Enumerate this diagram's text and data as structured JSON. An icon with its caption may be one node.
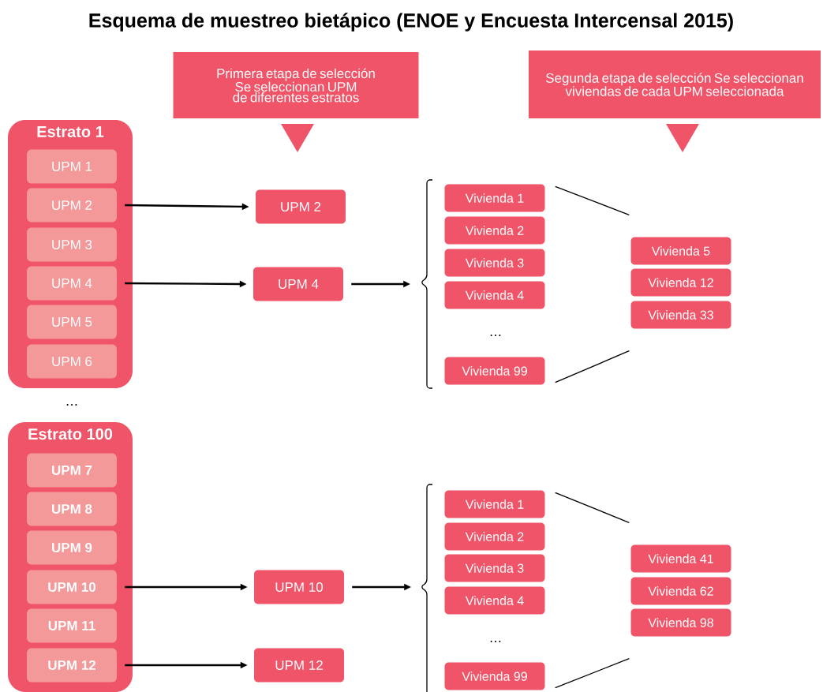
{
  "diagram": {
    "title": "Esquema de muestreo bietápico (ENOE y Encuesta Intercensal 2015)",
    "nodes": [
      {
        "text": [
          "Primera etapa de selección Se seleccionan UPM de diferentes estratos"
        ]
      },
      {
        "text": [
          "Segunda etapa de selección Se seleccionan viviendas de cada UPM seleccionada"
        ]
      },
      {
        "text": [
          "Estrato 1"
        ]
      },
      {
        "text": [
          "UPM 1"
        ],
        "in": 2
      },
      {
        "text": [
          "UPM 2"
        ],
        "in": 2
      },
      {
        "text": [
          "UPM 3"
        ],
        "in": 2
      },
      {
        "text": [
          "UPM 4"
        ],
        "in": 2
      },
      {
        "text": [
          "UPM 5"
        ],
        "in": 2
      },
      {
        "text": [
          "UPM 6"
        ],
        "in": 2
      },
      {
        "text": [
          "UPM 2"
        ]
      },
      {
        "text": [
          "UPM 4"
        ]
      },
      {
        "text": [
          "Vivienda 1"
        ]
      },
      {
        "text": [
          "Vivienda 2"
        ]
      },
      {
        "text": [
          "Vivienda 3"
        ]
      },
      {
        "text": [
          "Vivienda 4"
        ]
      },
      {
        "text": [
          "Vivienda 99"
        ]
      },
      {
        "text": [
          "Vivienda 5"
        ]
      },
      {
        "text": [
          "Vivienda 12"
        ]
      },
      {
        "text": [
          "Vivienda 33"
        ]
      },
      {
        "text": [
          "Estrato 100"
        ]
      },
      {
        "text": [
          "UPM 7"
        ],
        "in": 19
      },
      {
        "text": [
          "UPM 8"
        ],
        "in": 19
      },
      {
        "text": [
          "UPM 9"
        ],
        "in": 19
      },
      {
        "text": [
          "UPM 10"
        ],
        "in": 19
      },
      {
        "text": [
          "UPM 11"
        ],
        "in": 19
      },
      {
        "text": [
          "UPM 12"
        ],
        "in": 19
      },
      {
        "text": [
          "UPM 10"
        ]
      },
      {
        "text": [
          "UPM 12"
        ]
      },
      {
        "text": [
          "Vivienda 1"
        ]
      },
      {
        "text": [
          "Vivienda 2"
        ]
      },
      {
        "text": [
          "Vivienda 3"
        ]
      },
      {
        "text": [
          "Vivienda 4"
        ]
      },
      {
        "text": [
          "Vivienda 99"
        ]
      },
      {
        "text": [
          "Vivienda 41"
        ]
      },
      {
        "text": [
          "Vivienda 62"
        ]
      },
      {
        "text": [
          "Vivienda 98"
        ]
      }
    ],
    "edges": [
      {
        "from": 4,
        "to": 9,
        "arrow": "to"
      },
      {
        "from": 6,
        "to": 10,
        "arrow": "to"
      },
      {
        "from": 10,
        "to": null,
        "arrow": "to"
      },
      {
        "from": 11,
        "to": 16,
        "arrow": "none"
      },
      {
        "from": 15,
        "to": 18,
        "arrow": "none"
      },
      {
        "from": 23,
        "to": 26,
        "arrow": "to"
      },
      {
        "from": 25,
        "to": 27,
        "arrow": "to"
      },
      {
        "from": 26,
        "to": null,
        "arrow": "to"
      },
      {
        "from": 28,
        "to": 33,
        "arrow": "none"
      },
      {
        "from": 32,
        "to": 35,
        "arrow": "none"
      }
    ],
    "labels": [
      "…",
      "…",
      "…"
    ]
  }
}
